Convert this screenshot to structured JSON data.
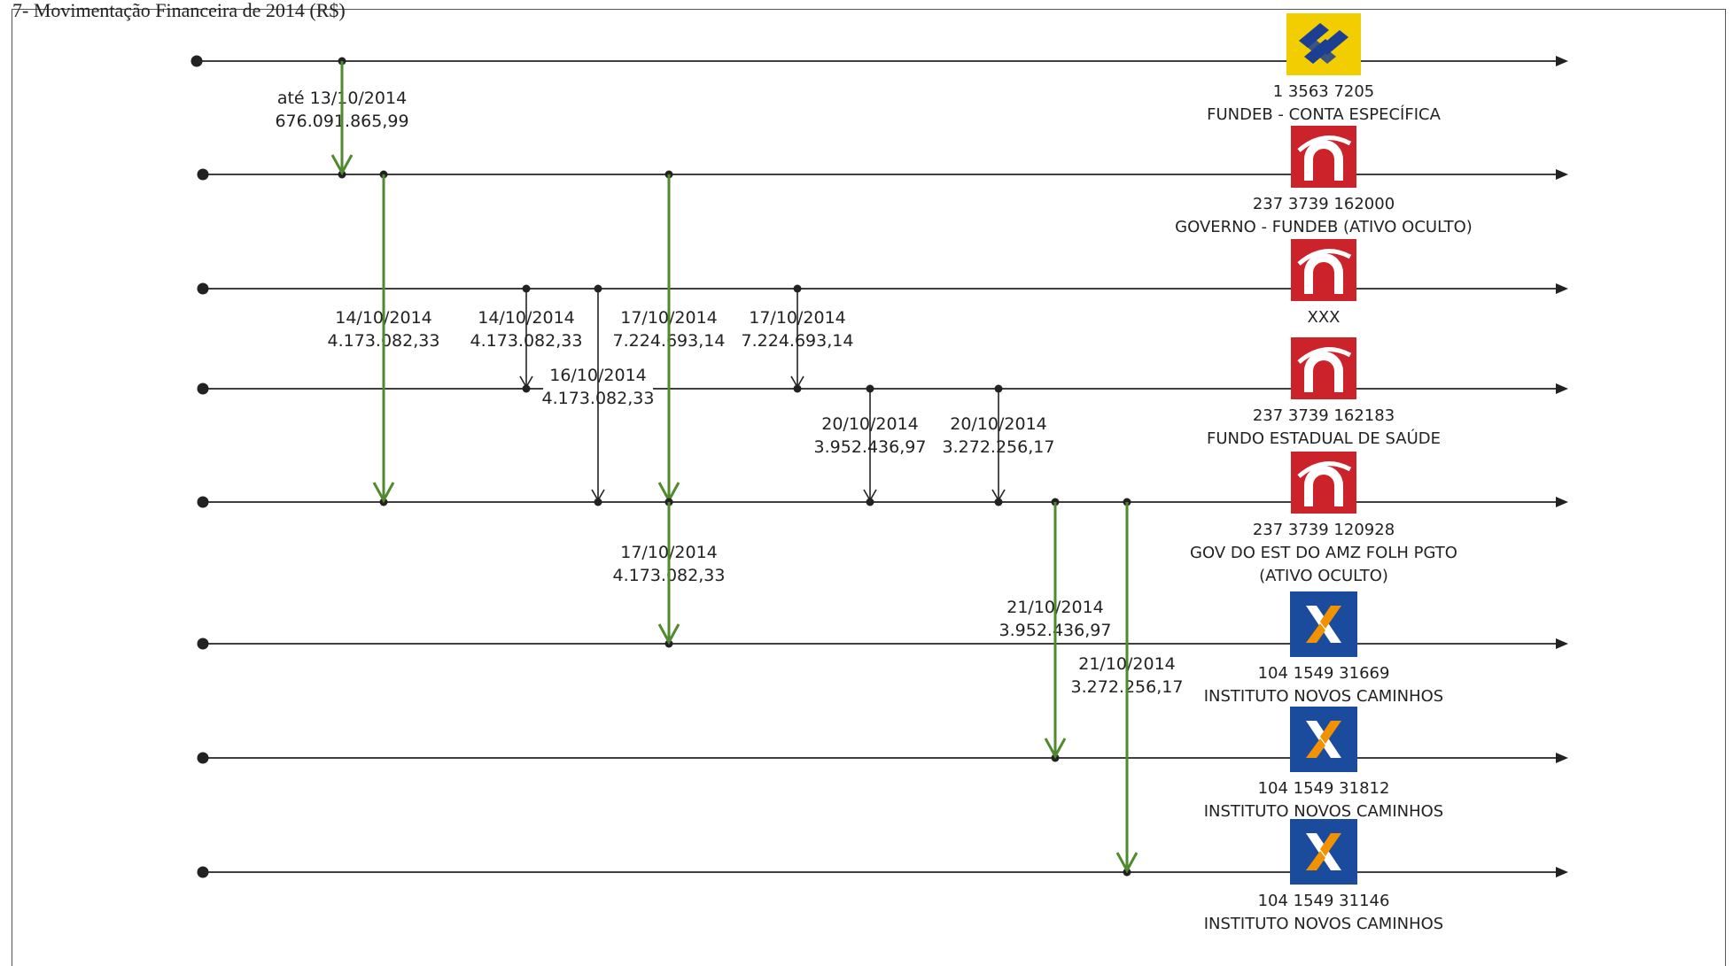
{
  "figure_title": "7- Movimentação Financeira de 2014 (R$)",
  "colors": {
    "line": "#222222",
    "green_arrow": "#4f8a2f",
    "bb_yellow": "#f2cd00",
    "bb_blue": "#1c3f94",
    "bradesco_red": "#cc2229",
    "caixa_blue": "#1a4b9c",
    "caixa_orange": "#f39200"
  },
  "accounts": [
    {
      "icon": "banco-do-brasil-logo-icon",
      "number": "1 3563 7205",
      "name": "FUNDEB - CONTA ESPECÍFICA"
    },
    {
      "icon": "bradesco-logo-icon",
      "number": "237 3739 162000",
      "name": "GOVERNO - FUNDEB (ATIVO OCULTO)"
    },
    {
      "icon": "bradesco-logo-icon",
      "number": "",
      "name": "XXX"
    },
    {
      "icon": "bradesco-logo-icon",
      "number": "237 3739 162183",
      "name": "FUNDO ESTADUAL DE SAÚDE"
    },
    {
      "icon": "bradesco-logo-icon",
      "number": "237 3739 120928",
      "name": "GOV DO EST DO AMZ FOLH PGTO",
      "name2": "(ATIVO OCULTO)"
    },
    {
      "icon": "caixa-logo-icon",
      "number": "104 1549 31669",
      "name": "INSTITUTO NOVOS CAMINHOS"
    },
    {
      "icon": "caixa-logo-icon",
      "number": "104 1549 31812",
      "name": "INSTITUTO NOVOS CAMINHOS"
    },
    {
      "icon": "caixa-logo-icon",
      "number": "104 1549 31146",
      "name": "INSTITUTO NOVOS CAMINHOS"
    }
  ],
  "transfers": [
    {
      "from": 0,
      "to": 1,
      "date": "até 13/10/2014",
      "amount": "676.091.865,99",
      "highlight": true
    },
    {
      "from": 1,
      "to": 4,
      "date": "14/10/2014",
      "amount": "4.173.082,33",
      "highlight": true
    },
    {
      "from": 2,
      "to": 3,
      "date": "14/10/2014",
      "amount": "4.173.082,33",
      "highlight": false
    },
    {
      "from": 2,
      "to": 4,
      "date": "16/10/2014",
      "amount": "4.173.082,33",
      "highlight": false
    },
    {
      "from": 1,
      "to": 4,
      "date": "17/10/2014",
      "amount": "7.224.693,14",
      "highlight": true
    },
    {
      "from": 2,
      "to": 3,
      "date": "17/10/2014",
      "amount": "7.224.693,14",
      "highlight": false
    },
    {
      "from": 3,
      "to": 4,
      "date": "20/10/2014",
      "amount": "3.952.436,97",
      "highlight": false
    },
    {
      "from": 3,
      "to": 4,
      "date": "20/10/2014",
      "amount": "3.272.256,17",
      "highlight": false
    },
    {
      "from": 4,
      "to": 5,
      "date": "17/10/2014",
      "amount": "4.173.082,33",
      "highlight": true
    },
    {
      "from": 4,
      "to": 6,
      "date": "21/10/2014",
      "amount": "3.952.436,97",
      "highlight": true
    },
    {
      "from": 4,
      "to": 7,
      "date": "21/10/2014",
      "amount": "3.272.256,17",
      "highlight": true
    }
  ]
}
